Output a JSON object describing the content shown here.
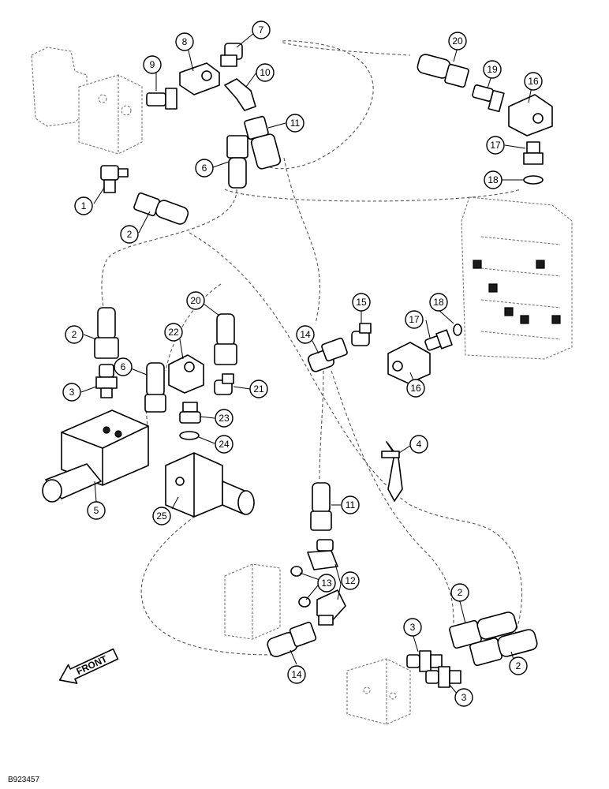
{
  "drawing_code": "B923457",
  "front_label": "FRONT",
  "callouts": [
    {
      "id": "c1",
      "label": "1"
    },
    {
      "id": "c2a",
      "label": "2"
    },
    {
      "id": "c2b",
      "label": "2"
    },
    {
      "id": "c2c",
      "label": "2"
    },
    {
      "id": "c2d",
      "label": "2"
    },
    {
      "id": "c3a",
      "label": "3"
    },
    {
      "id": "c3b",
      "label": "3"
    },
    {
      "id": "c3c",
      "label": "3"
    },
    {
      "id": "c4",
      "label": "4"
    },
    {
      "id": "c5",
      "label": "5"
    },
    {
      "id": "c6a",
      "label": "6"
    },
    {
      "id": "c6b",
      "label": "6"
    },
    {
      "id": "c7",
      "label": "7"
    },
    {
      "id": "c8",
      "label": "8"
    },
    {
      "id": "c9",
      "label": "9"
    },
    {
      "id": "c10",
      "label": "10"
    },
    {
      "id": "c11a",
      "label": "11"
    },
    {
      "id": "c11b",
      "label": "11"
    },
    {
      "id": "c12",
      "label": "12"
    },
    {
      "id": "c13",
      "label": "13"
    },
    {
      "id": "c14a",
      "label": "14"
    },
    {
      "id": "c14b",
      "label": "14"
    },
    {
      "id": "c15",
      "label": "15"
    },
    {
      "id": "c16a",
      "label": "16"
    },
    {
      "id": "c16b",
      "label": "16"
    },
    {
      "id": "c17a",
      "label": "17"
    },
    {
      "id": "c17b",
      "label": "17"
    },
    {
      "id": "c18a",
      "label": "18"
    },
    {
      "id": "c18b",
      "label": "18"
    },
    {
      "id": "c19",
      "label": "19"
    },
    {
      "id": "c20a",
      "label": "20"
    },
    {
      "id": "c20b",
      "label": "20"
    },
    {
      "id": "c21",
      "label": "21"
    },
    {
      "id": "c22",
      "label": "22"
    },
    {
      "id": "c23",
      "label": "23"
    },
    {
      "id": "c24",
      "label": "24"
    },
    {
      "id": "c25",
      "label": "25"
    }
  ]
}
